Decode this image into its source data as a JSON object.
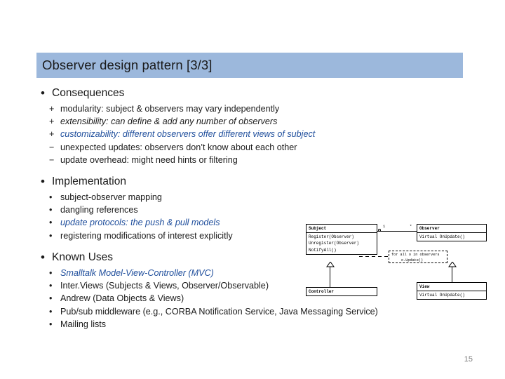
{
  "slide": {
    "title": "Observer design pattern [3/3]",
    "page_number": "15",
    "title_bar_color": "#9cb8dc",
    "accent_text_color": "#1f4e9c",
    "sections": [
      {
        "heading": "Consequences",
        "bullet": "•",
        "items": [
          {
            "marker": "+",
            "text": "modularity: subject & observers may vary independently",
            "style": "plain"
          },
          {
            "marker": "+",
            "text": "extensibility: can define & add any number of observers",
            "style": "italic"
          },
          {
            "marker": "+",
            "text": "customizability: different observers offer different views of subject",
            "style": "italic-blue"
          },
          {
            "marker": "−",
            "text": "unexpected updates: observers don’t know about each other",
            "style": "plain"
          },
          {
            "marker": "−",
            "text": "update overhead: might need hints or filtering",
            "style": "plain"
          }
        ]
      },
      {
        "heading": "Implementation",
        "bullet": "•",
        "items": [
          {
            "marker": "•",
            "text": "subject-observer mapping",
            "style": "plain"
          },
          {
            "marker": "•",
            "text": "dangling references",
            "style": "plain"
          },
          {
            "marker": "•",
            "text": "update protocols: the push & pull models",
            "style": "italic-blue"
          },
          {
            "marker": "•",
            "text": "registering modifications of interest explicitly",
            "style": "plain"
          }
        ]
      },
      {
        "heading": "Known Uses",
        "bullet": "•",
        "items": [
          {
            "marker": "•",
            "text": "Smalltalk Model-View-Controller (MVC)",
            "style": "italic-blue"
          },
          {
            "marker": "•",
            "text": "Inter.Views (Subjects & Views, Observer/Observable)",
            "style": "plain"
          },
          {
            "marker": "•",
            "text": "Andrew (Data Objects & Views)",
            "style": "plain"
          },
          {
            "marker": "•",
            "text": "Pub/sub middleware (e.g., CORBA Notification Service, Java Messaging Service)",
            "style": "plain"
          },
          {
            "marker": "•",
            "text": "Mailing lists",
            "style": "plain"
          }
        ]
      }
    ]
  },
  "diagram": {
    "classes": [
      {
        "id": "subject",
        "name": "Subject",
        "members": [
          "Register(Observer)",
          "Unregister(Observer)",
          "NotifyAll()"
        ]
      },
      {
        "id": "observer",
        "name": "Observer",
        "members": [
          "Virtual OnUpdate()"
        ]
      },
      {
        "id": "controller",
        "name": "Controller",
        "members": []
      },
      {
        "id": "view",
        "name": "View",
        "members": [
          "Virtual OnUpdate()"
        ]
      }
    ],
    "note": "for all o in observers\n   o.Update()",
    "multiplicity_left": "1",
    "multiplicity_right": "*"
  }
}
